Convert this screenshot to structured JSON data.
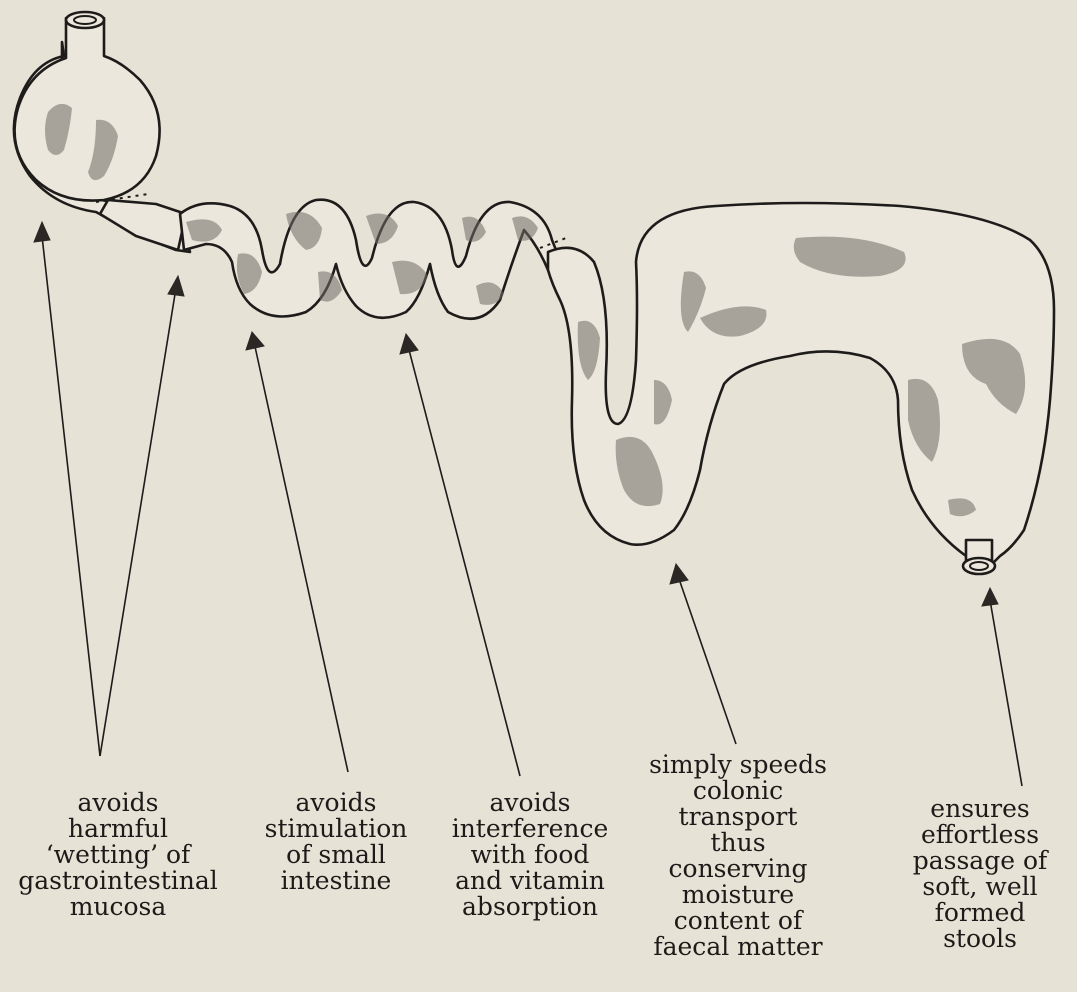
{
  "labels": {
    "stomach": "avoids\nharmful\n‘wetting’ of\ngastrointestinal\nmucosa",
    "small_intestine_stimulation": "avoids\nstimulation\nof small\nintestine",
    "absorption": "avoids\ninterference\nwith food\nand vitamin\nabsorption",
    "colon": "simply speeds\ncolonic\ntransport\nthus\nconserving\nmoisture\ncontent of\nfaecal matter",
    "rectum": "ensures\neffortless\npassage of\nsoft, well\nformed\nstools"
  },
  "colors": {
    "paper": "#e7e2d6",
    "ink": "#1e1c1a",
    "shading": "#6f6b66"
  }
}
